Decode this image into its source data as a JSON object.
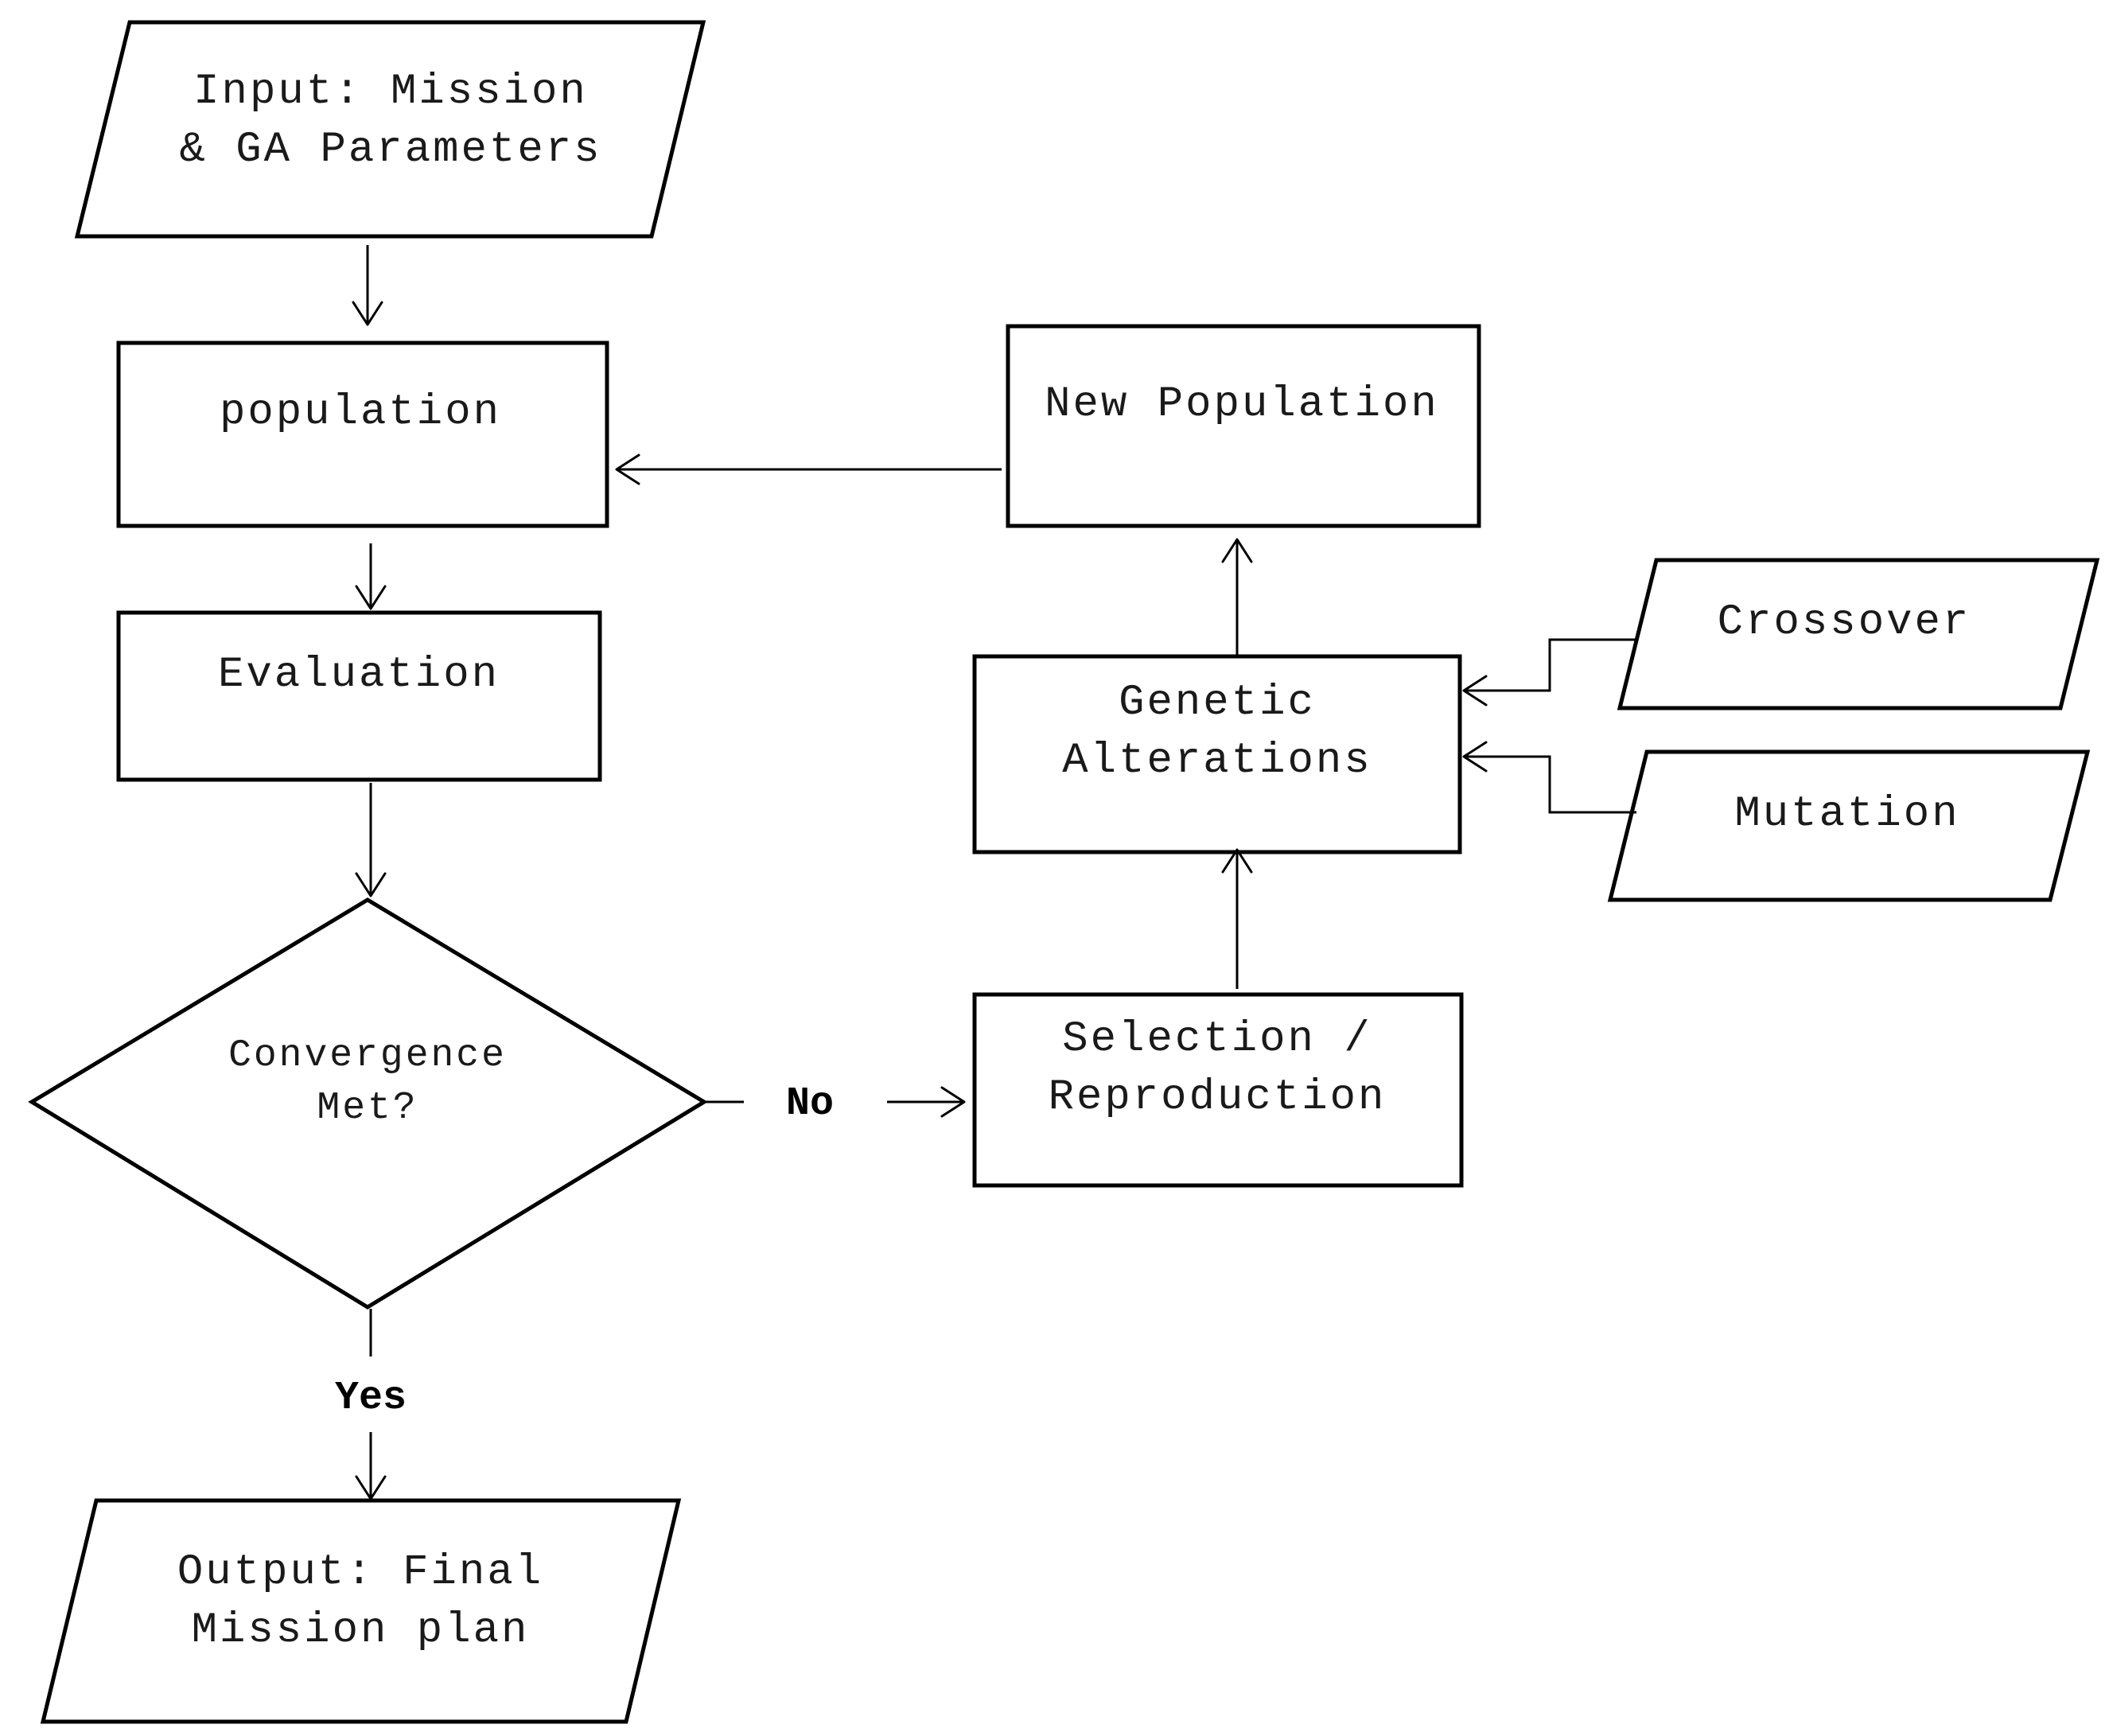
{
  "nodes": {
    "input": {
      "shape": "parallelogram",
      "lines": [
        "Input: Mission",
        "& GA Parameters"
      ]
    },
    "population": {
      "shape": "rectangle",
      "lines": [
        "population"
      ]
    },
    "evaluation": {
      "shape": "rectangle",
      "lines": [
        "Evaluation"
      ]
    },
    "decision": {
      "shape": "diamond",
      "lines": [
        "Convergence",
        "Met?"
      ]
    },
    "output": {
      "shape": "parallelogram",
      "lines": [
        "Output: Final",
        "Mission plan"
      ]
    },
    "new_population": {
      "shape": "rectangle",
      "lines": [
        "New Population"
      ]
    },
    "genetic_alterations": {
      "shape": "rectangle",
      "lines": [
        "Genetic",
        "Alterations"
      ]
    },
    "crossover": {
      "shape": "parallelogram",
      "lines": [
        "Crossover"
      ]
    },
    "mutation": {
      "shape": "parallelogram",
      "lines": [
        "Mutation"
      ]
    },
    "selection": {
      "shape": "rectangle",
      "lines": [
        "Selection /",
        "Reproduction"
      ]
    }
  },
  "edges": [
    {
      "from": "input",
      "to": "population",
      "label": ""
    },
    {
      "from": "population",
      "to": "evaluation",
      "label": ""
    },
    {
      "from": "evaluation",
      "to": "decision",
      "label": ""
    },
    {
      "from": "decision",
      "to": "output",
      "label": "Yes"
    },
    {
      "from": "decision",
      "to": "selection",
      "label": "No"
    },
    {
      "from": "selection",
      "to": "genetic_alterations",
      "label": ""
    },
    {
      "from": "crossover",
      "to": "genetic_alterations",
      "label": ""
    },
    {
      "from": "mutation",
      "to": "genetic_alterations",
      "label": ""
    },
    {
      "from": "genetic_alterations",
      "to": "new_population",
      "label": ""
    },
    {
      "from": "new_population",
      "to": "population",
      "label": ""
    }
  ],
  "edge_labels": {
    "yes": "Yes",
    "no": "No"
  }
}
